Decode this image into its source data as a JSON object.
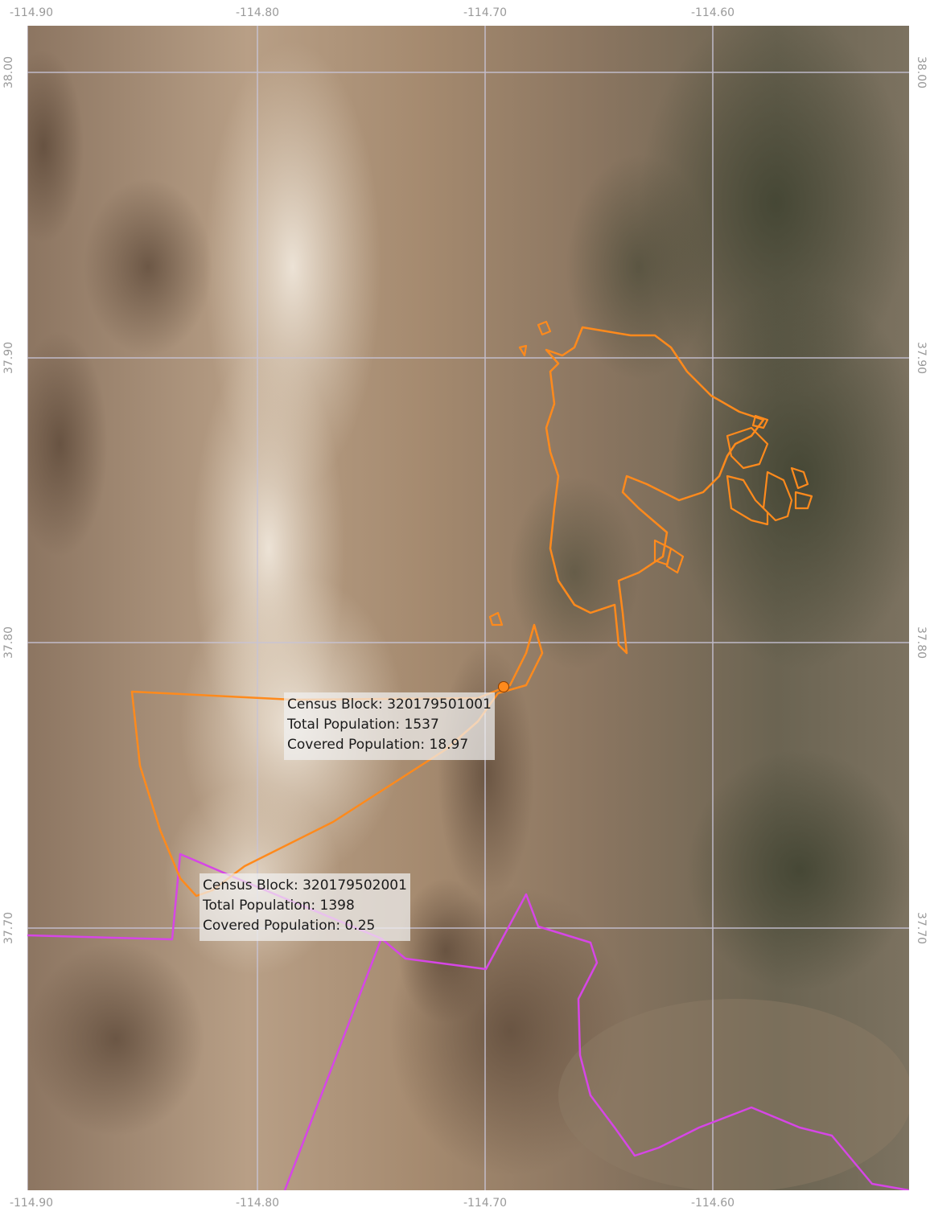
{
  "map": {
    "basemap": "satellite-imagery",
    "graticule_color": "#c7c3d6",
    "longitude_labels": [
      "-114.90",
      "-114.80",
      "-114.70",
      "-114.60"
    ],
    "latitude_labels": [
      "38.00",
      "37.90",
      "37.80",
      "37.70"
    ],
    "colors": {
      "orange_boundary": "#ff8a1c",
      "magenta_boundary": "#d646e6",
      "point_marker": "#ff8a1c"
    },
    "callouts": [
      {
        "census_block": "Census Block: 320179501001",
        "total_population": "Total Population: 1537",
        "covered_population": "Covered Population: 18.97"
      },
      {
        "census_block": "Census Block: 320179502001",
        "total_population": "Total Population: 1398",
        "covered_population": "Covered Population: 0.25"
      }
    ]
  }
}
